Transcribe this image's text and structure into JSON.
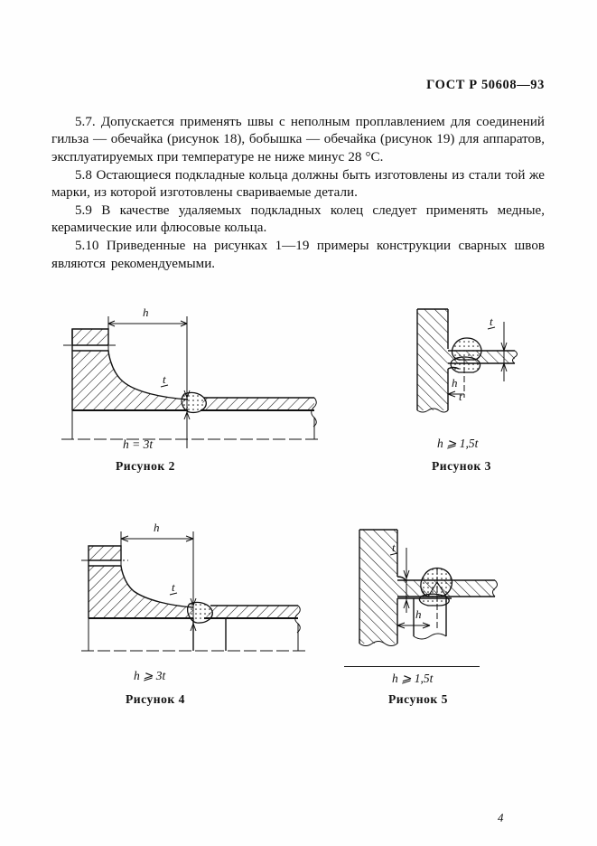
{
  "document": {
    "standard_header": "ГОСТ Р 50608—93",
    "page_number": "4"
  },
  "paragraphs": [
    "5.7. Допускается применять швы с неполным проплавлением для соединений гильза — обечайка (рисунок 18), бобышка — обечайка (рисунок 19) для аппаратов, эксплуатируемых при температуре не ниже минус 28 °С.",
    "5.8 Остающиеся подкладные кольца должны быть изготовлены из стали той же марки, из которой изготовлены свариваемые детали.",
    "5.9 В качестве удаляемых подкладных колец следует применять медные, керамические или флюсовые кольца.",
    "5.10 Приведенные на рисунках 1—19 примеры конструкции сварных швов являются рекомендуемыми."
  ],
  "figures": [
    {
      "id": "figure-2",
      "caption": "Рисунок 2",
      "dimension_note": "h = 3t",
      "dimension_label": "h",
      "thickness_label": "t"
    },
    {
      "id": "figure-3",
      "caption": "Рисунок 3",
      "dimension_note": "h ⩾ 1,5t",
      "dimension_label": "h",
      "thickness_label": "t"
    },
    {
      "id": "figure-4",
      "caption": "Рисунок 4",
      "dimension_note": "h ⩾ 3t",
      "dimension_label": "h",
      "thickness_label": "t"
    },
    {
      "id": "figure-5",
      "caption": "Рисунок 5",
      "dimension_note": "h ⩾ 1,5t",
      "dimension_label": "h",
      "thickness_label": "t"
    }
  ],
  "colors": {
    "ink": "#111111",
    "paper": "#fefefe"
  }
}
